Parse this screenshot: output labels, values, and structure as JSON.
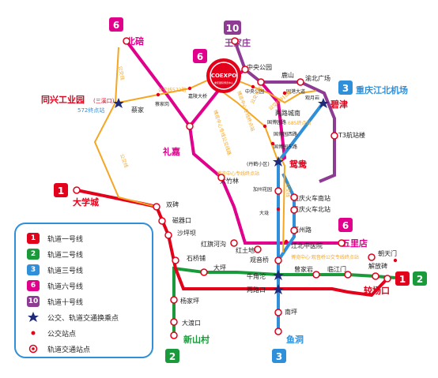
{
  "colors": {
    "line1": "#e2001a",
    "line2": "#1b9a3c",
    "line3": "#2f8fd8",
    "line6": "#e0008c",
    "line10": "#8e3c93",
    "bus": "#f5a623",
    "hub_star": "#1f2a7a"
  },
  "brand": {
    "logo_text": "COEXPO",
    "logo_sub": "重庆国际博览中心"
  },
  "badges": {
    "l6_top": "6",
    "l10_top": "10",
    "l6_expo": "6",
    "l3_airport": "3",
    "l1_west": "1",
    "l6_east": "6",
    "l1_east": "1",
    "l2_east": "2",
    "l2_south": "2",
    "l3_south": "3"
  },
  "terminals": {
    "beibei": "北碚",
    "wangjiazhuang": "王家庄",
    "airport": "重庆江北机场",
    "bijin": "碧津",
    "tongxing": "同兴工业园",
    "tongxing_tag": "(三溪口)",
    "tongxing_sub": "572终点站",
    "lijia": "礼嘉",
    "yuanyang": "鸳鸯",
    "daxuecheng": "大学城",
    "wulidian": "五里店",
    "jiaochangkou": "较场口",
    "xinshancun": "新山村",
    "yudong": "鱼洞"
  },
  "stations": {
    "jiajia": "蔡家",
    "jiajiagang": "蔡家岗",
    "jialingdaqiao": "嘉陵大桥",
    "zhongyang_park": "中央公园",
    "zhongyang_park2": "中央公园",
    "lushan": "鹿山",
    "yubei_square": "渝北广场",
    "xiyuandadao": "园港大道",
    "guanyueguan": "观月岩",
    "liangluchengnan": "两路城南",
    "guobo_road_west": "国博园西路",
    "guobo_east_road": "国博园东路",
    "guobo_road": "国博园路",
    "t3": "T3航站楼",
    "yuanyang_sub": "(丹鹤小区)",
    "dazhulin": "大竹林",
    "jiazhou_garden": "加州花园",
    "chongqing_north_south": "重庆火车南站",
    "chongqing_north_north": "重庆火车北站",
    "dalong": "大垅",
    "jiazhou_road": "嘉州路",
    "shuangbei": "双碑",
    "ciqikou": "磁器口",
    "shapingba": "沙坪坝",
    "hongqihegou": "红旗河沟",
    "shiqiaopu": "石桥铺",
    "daping": "大坪",
    "hongtudi": "红土地",
    "jiangbei_hospital": "江北中医院",
    "guanyinqiao": "观音桥",
    "chaotianmen": "朝天门",
    "niujiaotuo": "牛角沱",
    "lianglukou": "两路口",
    "zengjiayan": "曾家岩",
    "linjiangmen": "临江门",
    "jiefangbei": "解放碑",
    "yangjiaping": "杨家坪",
    "dadukou": "大渡口",
    "nanping": "南坪"
  },
  "bus_labels": {
    "bus_beibei": "公交线",
    "bus_572": "公交线572路",
    "bus_daxue": "公交线",
    "bus_yubei": "公交线918路",
    "bus_lianglu": "685终点站",
    "bus_yuanyang": "公交线",
    "bus_expo_link": "博览中心专线终点站",
    "bus_mid": "博览中心专线终点站",
    "bus_diag1": "博览中心专线公交线路",
    "bus_diag2": "公交专线",
    "bus_guanyin": "博览中心·观音桥公交专线终点站"
  },
  "legend": {
    "l1": "轨道一号线",
    "l2": "轨道二号线",
    "l3": "轨道三号线",
    "l6": "轨道六号线",
    "l10": "轨道十号线",
    "hub": "公交、轨道交通换乘点",
    "bus_stop": "公交站点",
    "rail_stop": "轨道交通站点"
  },
  "legend_badges": {
    "l1": "1",
    "l2": "2",
    "l3": "3",
    "l6": "6",
    "l10": "10"
  }
}
